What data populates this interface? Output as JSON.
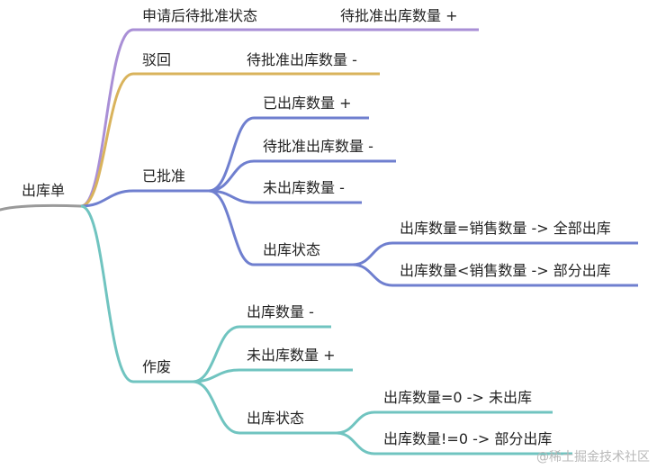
{
  "colors": {
    "root": "#9a9a9a",
    "purple": "#a98fd6",
    "gold": "#d9b35c",
    "blue": "#6f7fcf",
    "teal": "#70c4c0"
  },
  "root": {
    "label": "出库单"
  },
  "branches": [
    {
      "id": "b1",
      "label": "申请后待批准状态",
      "color": "purple",
      "children": [
        {
          "label": "待批准出库数量 +"
        }
      ]
    },
    {
      "id": "b2",
      "label": "驳回",
      "color": "gold",
      "children": [
        {
          "label": "待批准出库数量 -"
        }
      ]
    },
    {
      "id": "b3",
      "label": "已批准",
      "color": "blue",
      "children": [
        {
          "label": "已出库数量 +"
        },
        {
          "label": "待批准出库数量 -"
        },
        {
          "label": "未出库数量 -"
        },
        {
          "label": "出库状态",
          "children": [
            {
              "label": "出库数量=销售数量 -> 全部出库"
            },
            {
              "label": "出库数量<销售数量 -> 部分出库"
            }
          ]
        }
      ]
    },
    {
      "id": "b4",
      "label": "作废",
      "color": "teal",
      "children": [
        {
          "label": "出库数量 -"
        },
        {
          "label": "未出库数量 +"
        },
        {
          "label": "出库状态",
          "children": [
            {
              "label": "出库数量=0 -> 未出库"
            },
            {
              "label": "出库数量!=0 -> 部分出库"
            }
          ]
        }
      ]
    }
  ],
  "watermark": "@稀土掘金技术社区"
}
